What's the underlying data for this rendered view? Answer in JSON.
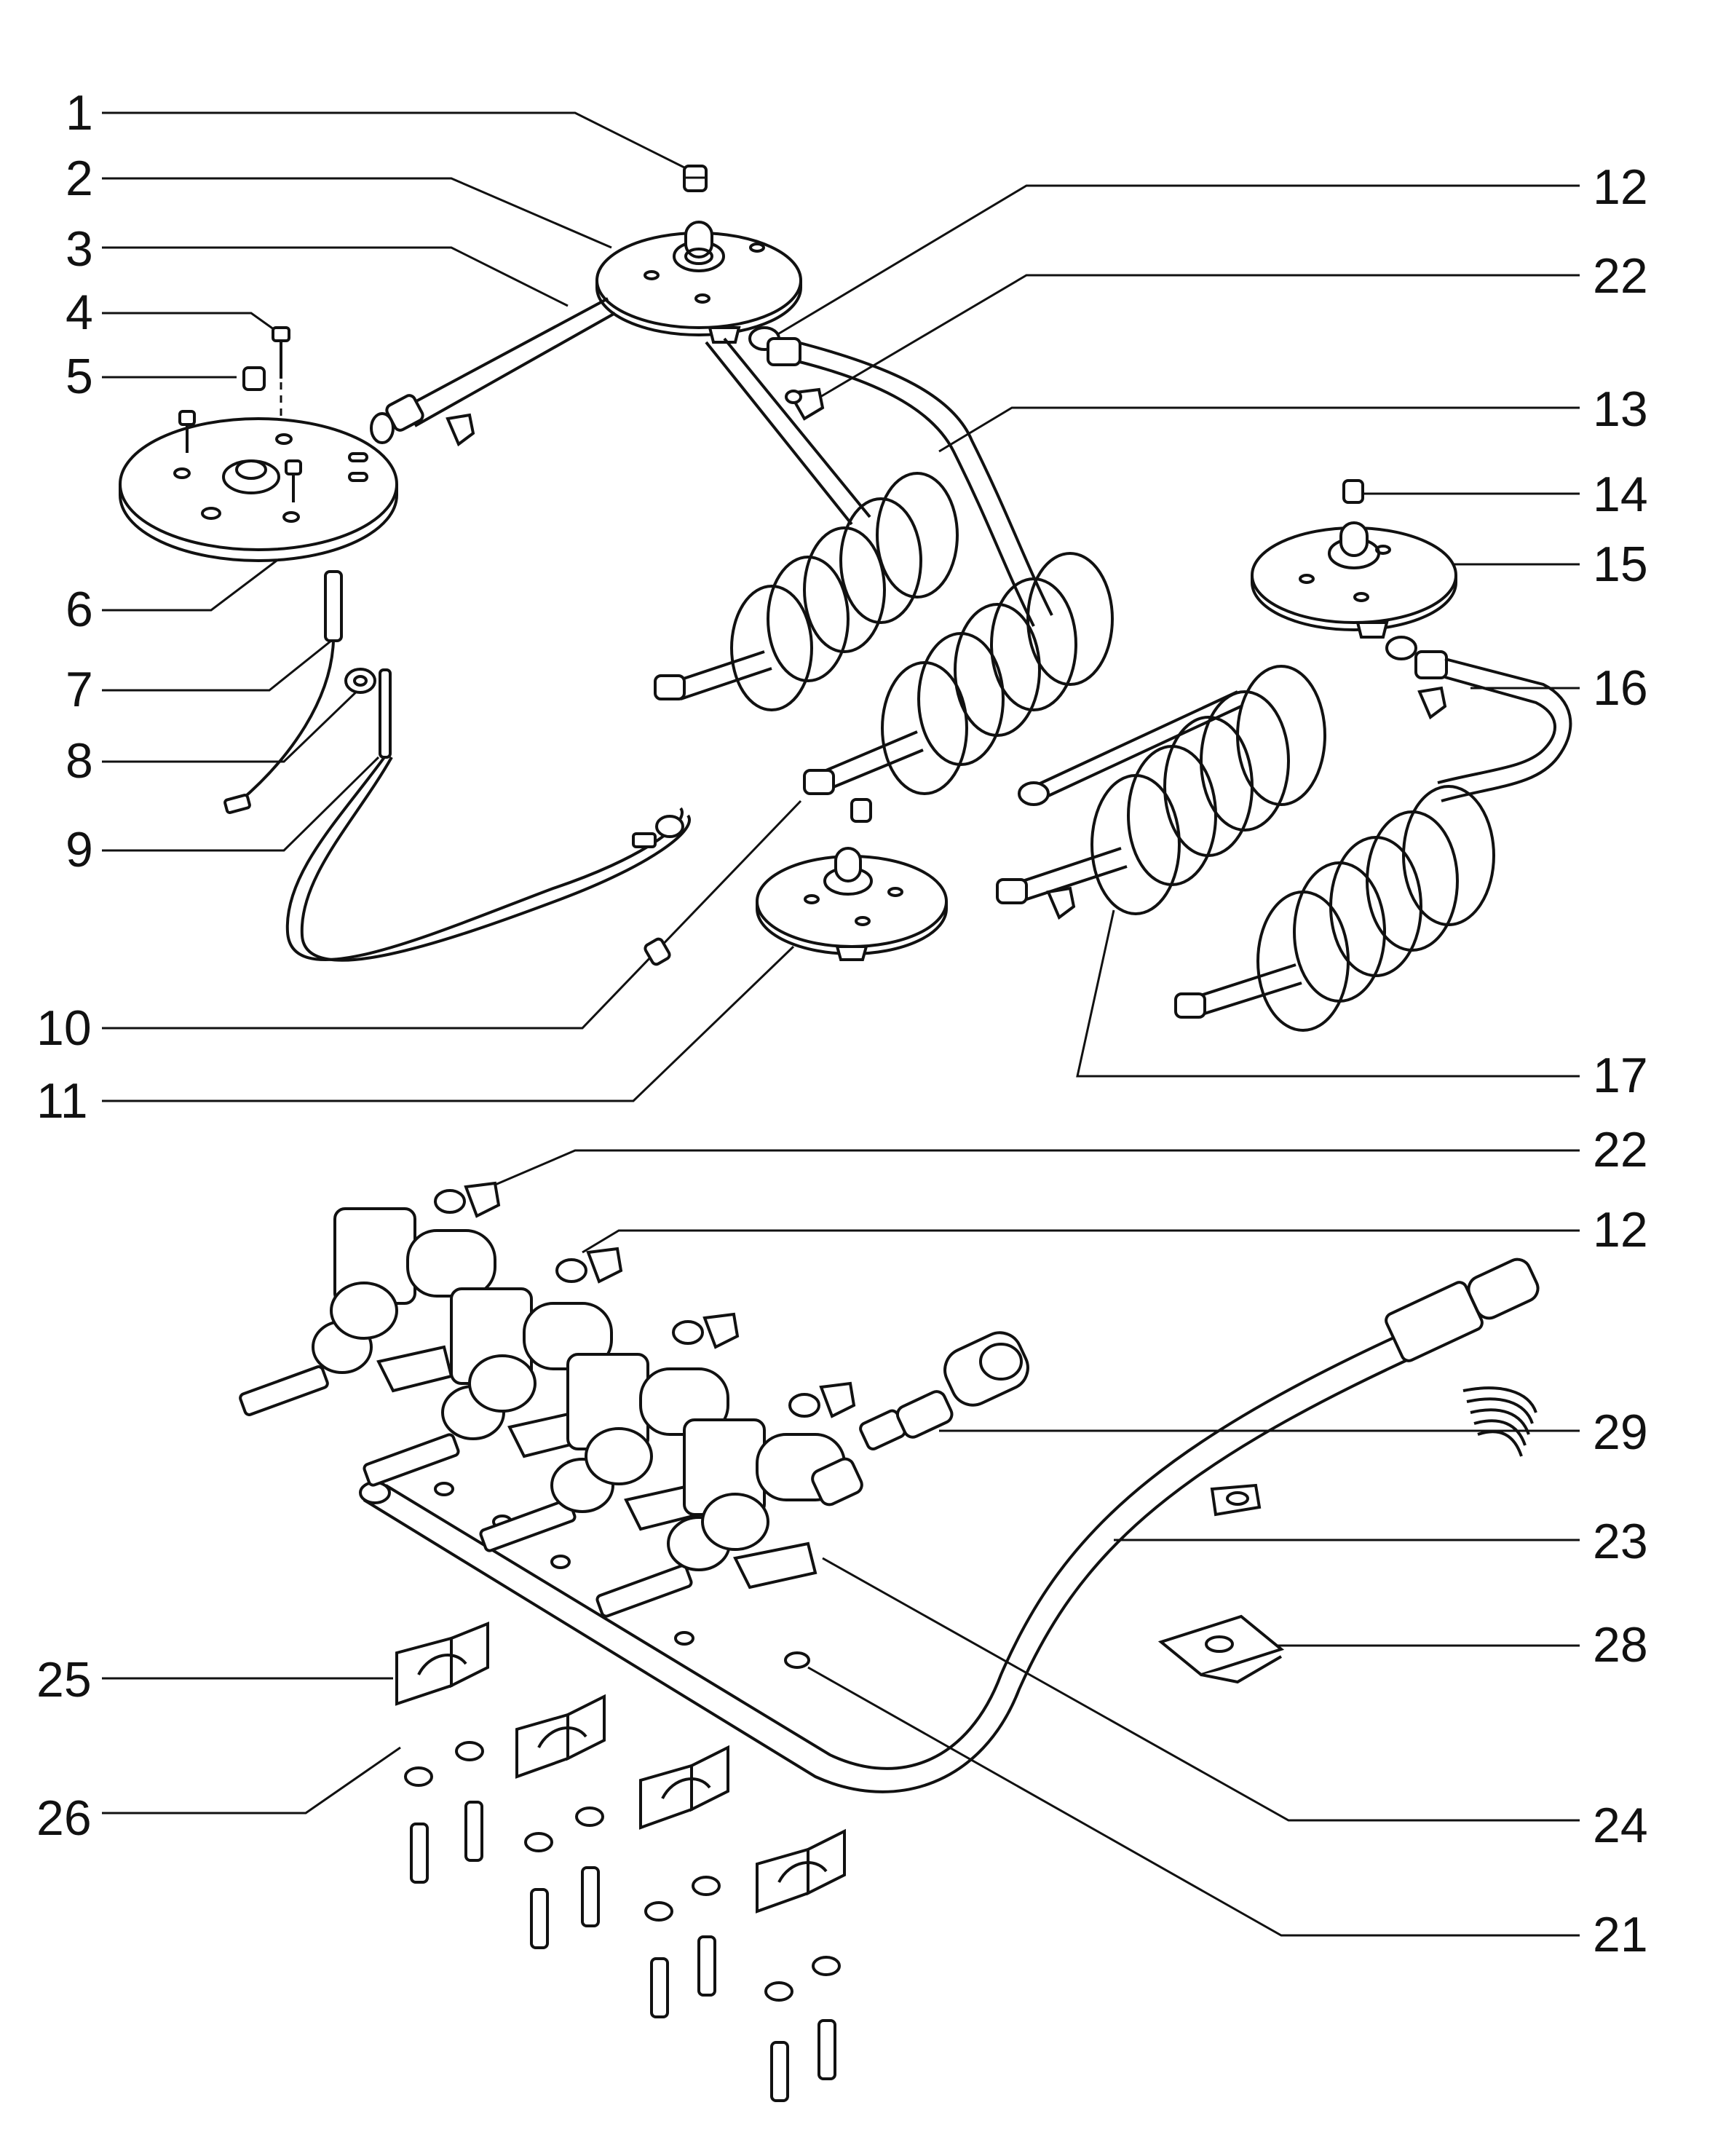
{
  "callouts": {
    "c1": "1",
    "c2": "2",
    "c3": "3",
    "c4": "4",
    "c5": "5",
    "c6": "6",
    "c7": "7",
    "c8": "8",
    "c9": "9",
    "c10": "10",
    "c11": "11",
    "c12a": "12",
    "c22a": "22",
    "c13": "13",
    "c14": "14",
    "c15": "15",
    "c16": "16",
    "c17": "17",
    "c22b": "22",
    "c12b": "12",
    "c29": "29",
    "c23": "23",
    "c28": "28",
    "c24": "24",
    "c21": "21",
    "c25": "25",
    "c26": "26"
  },
  "colors": {
    "line": "#111111",
    "background": "#ffffff"
  }
}
